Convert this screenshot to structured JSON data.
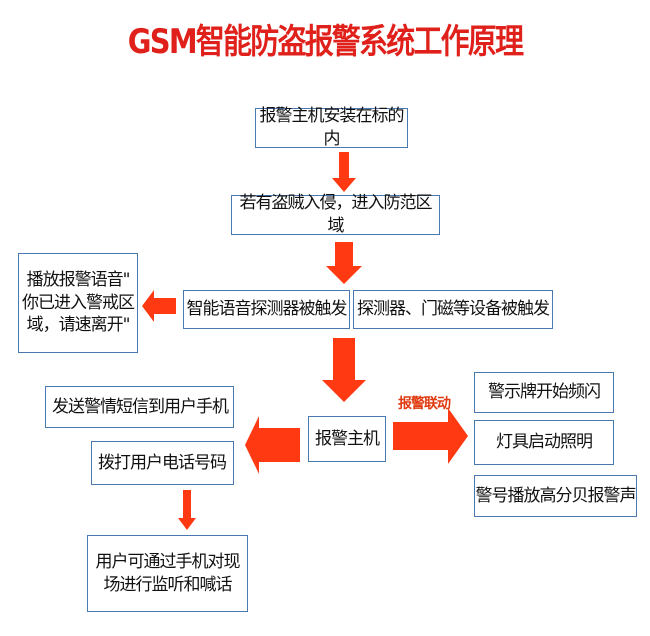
{
  "title": "GSM智能防盗报警系统工作原理",
  "colors": {
    "arrow": "#ff3a12",
    "title": "#e0201a",
    "border": "#4a78b0"
  },
  "nodes": {
    "install": "报警主机安装在标的内",
    "intrude": "若有盗贼入侵，进入防范区域",
    "voice_detector": "智能语音探测器被触发",
    "detector": "探测器、门磁等设备被触发",
    "voice_msg": [
      "播放报警语音\"",
      "你已进入警戒区",
      "域，请速离开\""
    ],
    "host": "报警主机",
    "sms": "发送警情短信到用户手机",
    "call": "拨打用户电话号码",
    "monitor": [
      "用户可通过手机对现",
      "场进行监听和喊话"
    ],
    "sign": "警示牌开始频闪",
    "light": "灯具启动照明",
    "siren": "警号播放高分贝报警声"
  },
  "linkage_label": "报警联动"
}
